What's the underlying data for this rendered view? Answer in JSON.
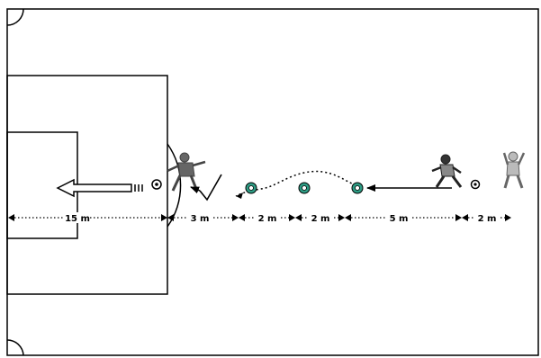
{
  "colors": {
    "line": "#000000",
    "cone": "#2e9c84",
    "cone_inner": "#ffffff",
    "player": "#555555",
    "background": "#ffffff"
  },
  "icons": [
    "goal-area",
    "penalty-box",
    "player-icon",
    "ball-icon",
    "cone-icon",
    "arrow-icon"
  ],
  "distances": [
    {
      "label": "15 m"
    },
    {
      "label": "3 m"
    },
    {
      "label": "2 m"
    },
    {
      "label": "2 m"
    },
    {
      "label": "5 m"
    },
    {
      "label": "2 m"
    }
  ]
}
